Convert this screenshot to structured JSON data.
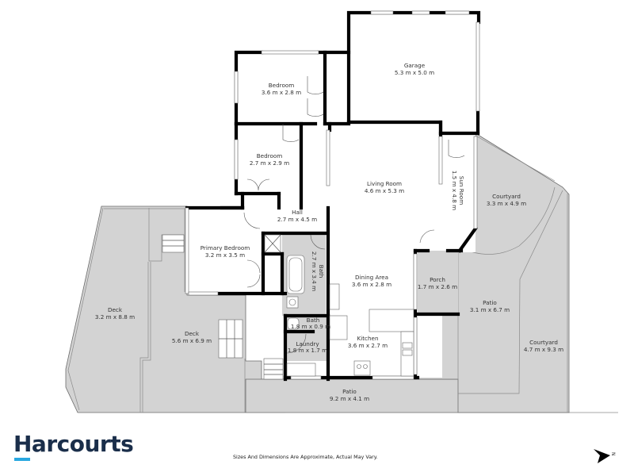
{
  "brand": {
    "name": "Harcourts",
    "text_color": "#1a2e4a",
    "accent_color": "#29a8e0"
  },
  "footer": {
    "disclaimer": "Sizes And Dimensions Are Approximate, Actual May Vary."
  },
  "compass": {
    "label": "N",
    "icon": "north-arrow-icon"
  },
  "colors": {
    "wall": "#000000",
    "outdoor_fill": "#d3d3d3",
    "indoor_fill": "#ffffff"
  },
  "rooms": {
    "garage": {
      "name": "Garage",
      "size": "5.3 m x 5.0 m"
    },
    "bedroom_1": {
      "name": "Bedroom",
      "size": "3.6 m x 2.8 m"
    },
    "bedroom_2": {
      "name": "Bedroom",
      "size": "2.7 m x 2.9 m"
    },
    "living_room": {
      "name": "Living Room",
      "size": "4.6 m x 5.3 m"
    },
    "sun_room": {
      "name": "Sun Room",
      "size": "1.5 m x 4.8 m"
    },
    "courtyard_1": {
      "name": "Courtyard",
      "size": "3.3 m x 4.9 m"
    },
    "hall": {
      "name": "Hall",
      "size": "2.7 m x 4.5 m"
    },
    "primary_bedroom": {
      "name": "Primary Bedroom",
      "size": "3.2 m x 3.5 m"
    },
    "bath_1": {
      "name": "Bath",
      "size": "2.7 m x 3.4 m"
    },
    "dining_area": {
      "name": "Dining Area",
      "size": "3.6 m x 2.8 m"
    },
    "porch": {
      "name": "Porch",
      "size": "1.7 m x 2.6 m"
    },
    "patio_1": {
      "name": "Patio",
      "size": "3.1 m x 6.7 m"
    },
    "deck_1": {
      "name": "Deck",
      "size": "3.2 m x 8.8 m"
    },
    "deck_2": {
      "name": "Deck",
      "size": "5.6 m x 6.9 m"
    },
    "bath_2": {
      "name": "Bath",
      "size": "1.8 m x 0.9 m"
    },
    "kitchen": {
      "name": "Kitchen",
      "size": "3.6 m x 2.7 m"
    },
    "laundry": {
      "name": "Laundry",
      "size": "1.8 m x 1.7 m"
    },
    "courtyard_2": {
      "name": "Courtyard",
      "size": "4.7 m x 9.3 m"
    },
    "patio_2": {
      "name": "Patio",
      "size": "9.2 m x 4.1 m"
    }
  }
}
